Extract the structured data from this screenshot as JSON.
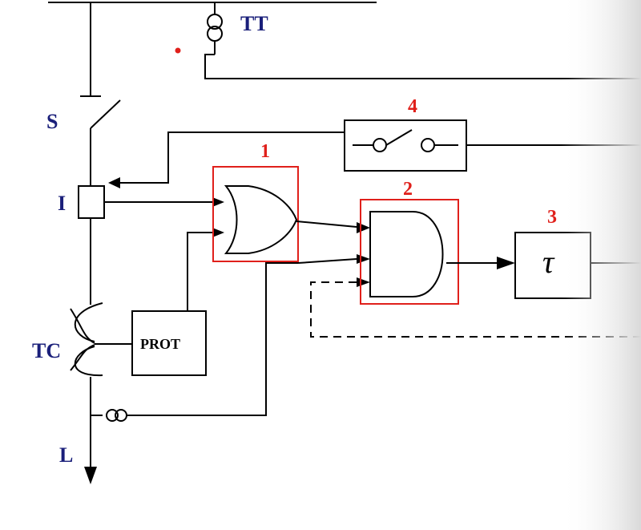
{
  "labels": {
    "tt": "TT",
    "s": "S",
    "i": "I",
    "tc": "TC",
    "l": "L",
    "prot": "PROT",
    "tau": "τ"
  },
  "blocks": {
    "or_gate_number": "1",
    "and_gate_number": "2",
    "delay_number": "3",
    "contact_number": "4"
  },
  "colors": {
    "label_blue": "#1a1f7a",
    "highlight_red": "#e0201b",
    "line": "#000000"
  }
}
